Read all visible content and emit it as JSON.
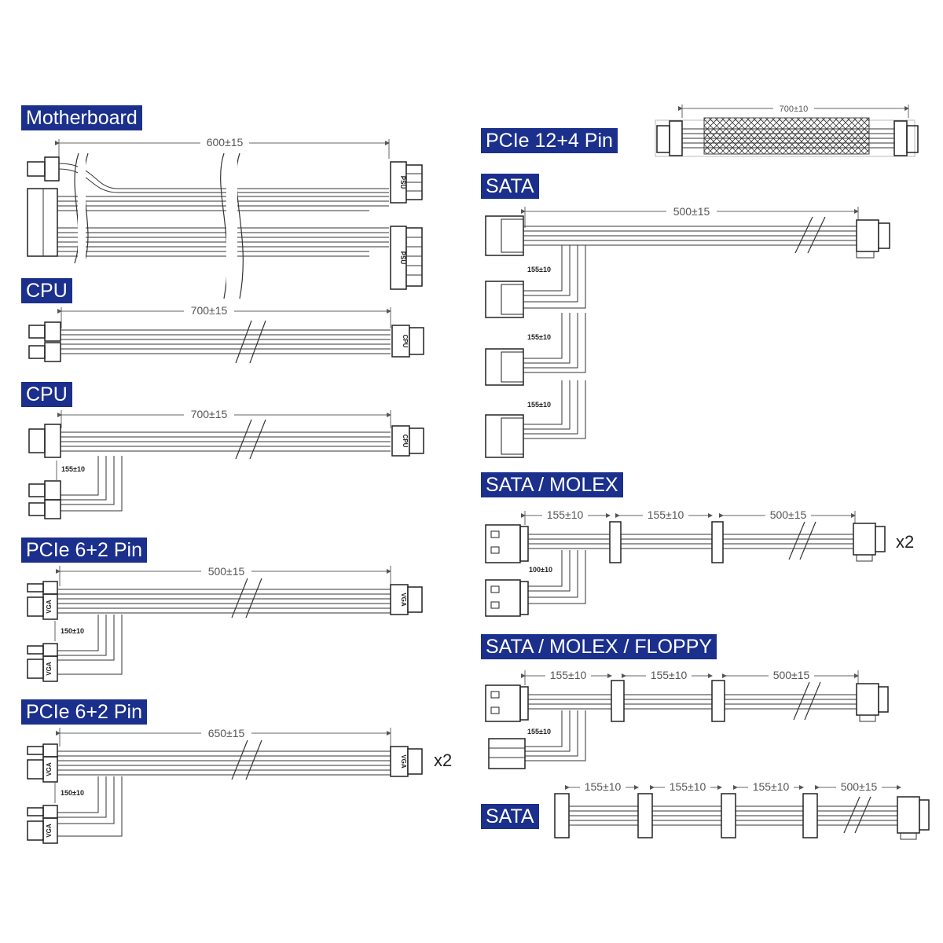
{
  "left": {
    "motherboard": {
      "title": "Motherboard",
      "dim": "600±15",
      "psu_tag_a": "PSU",
      "psu_tag_b": "PSU"
    },
    "cpu1": {
      "title": "CPU",
      "dim": "700±15",
      "tag": "CPU"
    },
    "cpu2": {
      "title": "CPU",
      "dim": "700±15",
      "branch": "155±10",
      "tag": "CPU"
    },
    "pcie1": {
      "title": "PCIe 6+2 Pin",
      "dim": "500±15",
      "branch": "150±10",
      "tag": "VGA",
      "vga_a": "VGA",
      "vga_b": "VGA"
    },
    "pcie2": {
      "title": "PCIe 6+2 Pin",
      "dim": "650±15",
      "branch": "150±10",
      "tag": "VGA",
      "vga_a": "VGA",
      "vga_b": "VGA",
      "qty": "x2"
    }
  },
  "right": {
    "pcie124": {
      "title": "PCIe 12+4 Pin",
      "dim": "700±10"
    },
    "sata1": {
      "title": "SATA",
      "dim": "500±15",
      "branch_1": "155±10",
      "branch_2": "155±10",
      "branch_3": "155±10"
    },
    "sata_molex": {
      "title": "SATA / MOLEX",
      "seg_1": "155±10",
      "seg_2": "155±10",
      "seg_3": "500±15",
      "branch": "100±10",
      "qty": "x2"
    },
    "sata_molex_floppy": {
      "title": "SATA / MOLEX / FLOPPY",
      "seg_1": "155±10",
      "seg_2": "155±10",
      "seg_3": "500±15",
      "branch": "155±10"
    },
    "sata2": {
      "title": "SATA",
      "seg_1": "155±10",
      "seg_2": "155±10",
      "seg_3": "155±10",
      "seg_4": "500±15"
    }
  }
}
